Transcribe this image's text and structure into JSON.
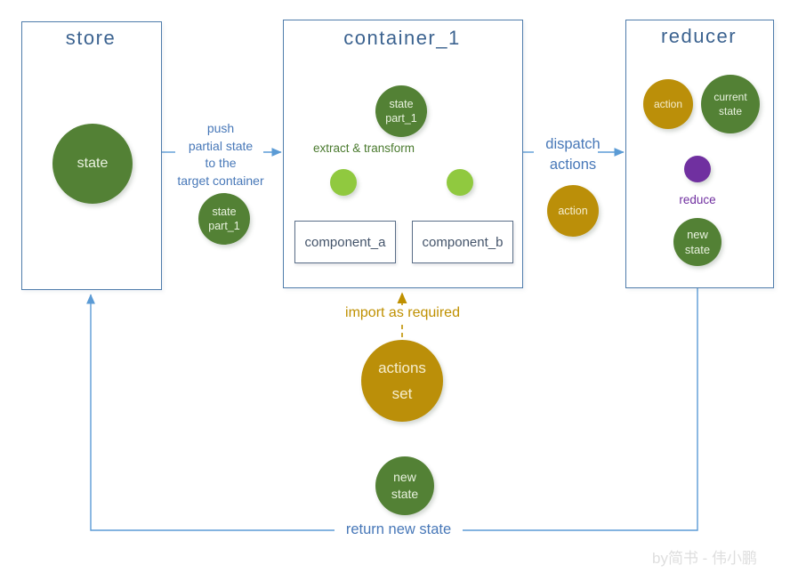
{
  "store": {
    "title": "store",
    "state_label": "state",
    "state_part_label": "state\npart_1"
  },
  "container": {
    "title": "container_1",
    "state_part_label": "state\npart_1",
    "extract_label": "extract & transform",
    "component_a_label": "component_a",
    "component_b_label": "component_b"
  },
  "reducer": {
    "title": "reducer",
    "action_label": "action",
    "current_state_label": "current\nstate",
    "reduce_label": "reduce",
    "new_state_label": "new\nstate"
  },
  "flow": {
    "push_label": "push\npartial state\nto the\ntarget container",
    "dispatch_label": "dispatch\nactions",
    "action_label": "action",
    "import_label": "import as required",
    "actions_set_label": "actions\nset",
    "new_state_label": "new\nstate",
    "return_label": "return new  state"
  },
  "watermark": "by简书 - 伟小鹏",
  "colors": {
    "dark_green": "#538135",
    "light_green": "#90c93f",
    "gold": "#bb8f09",
    "purple": "#7030a0",
    "wire_blue": "#5b9bd5",
    "box_border_blue": "#4f7cab",
    "title_blue": "#3c6390"
  }
}
